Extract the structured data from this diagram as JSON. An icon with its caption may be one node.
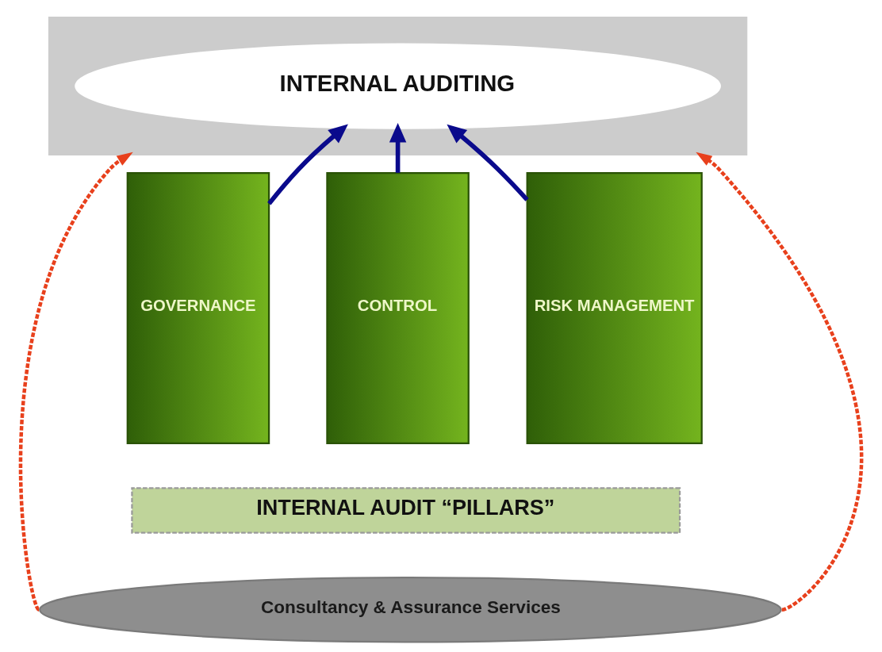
{
  "diagram": {
    "nodes": [
      {
        "text": [],
        "shape": "box"
      },
      {
        "text": [
          "INTERNAL AUDITING"
        ],
        "in": 0
      },
      {
        "text": [
          "GOVERNANCE"
        ]
      },
      {
        "text": [
          "CONTROL"
        ]
      },
      {
        "text": [
          "RISK MANAGEMENT"
        ]
      },
      {
        "text": [
          "INTERNAL AUDIT “PILLARS”"
        ]
      },
      {
        "text": [
          "Consultancy & Assurance Services"
        ]
      }
    ],
    "edges": [
      {
        "from": 6,
        "to": 0,
        "arrow": "to",
        "style": "dashed",
        "color": "#e8401c"
      },
      {
        "from": 2,
        "to": 1,
        "arrow": "to"
      },
      {
        "from": 3,
        "to": 1,
        "arrow": "to"
      },
      {
        "from": 4,
        "to": 1,
        "arrow": "to"
      },
      {
        "from": 6,
        "to": 0,
        "arrow": "to",
        "style": "dashed",
        "color": "#e8401c"
      }
    ]
  }
}
